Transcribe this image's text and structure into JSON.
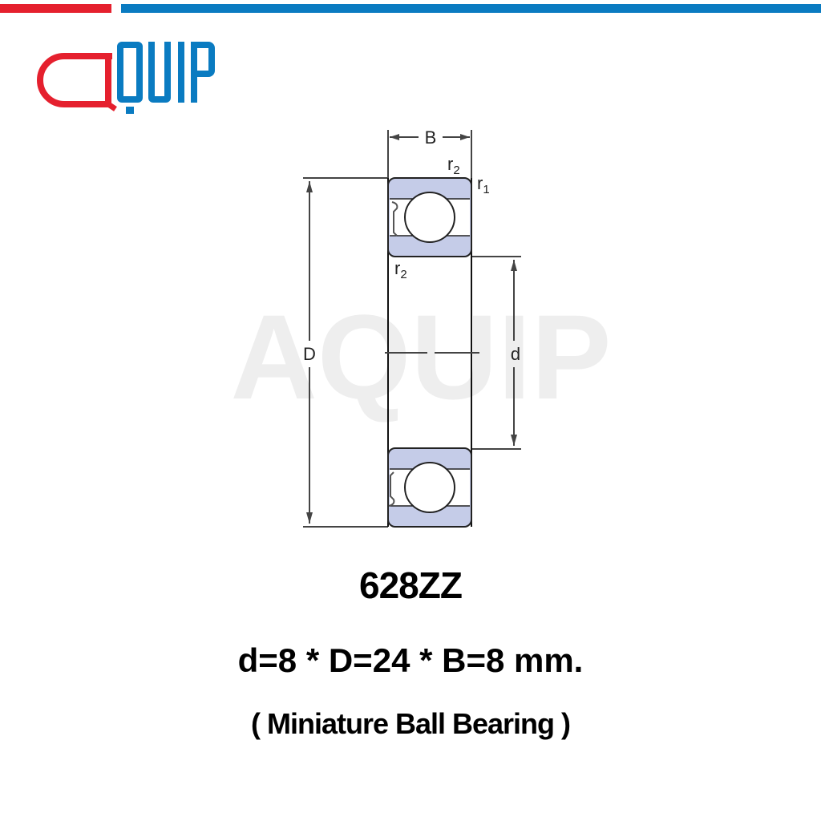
{
  "brand": {
    "name": "AQUIP",
    "logo_text": "QUIP",
    "watermark": "AQUIP",
    "colors": {
      "red": "#e5202e",
      "blue": "#0a7bc1"
    }
  },
  "diagram": {
    "labels": {
      "width": "B",
      "outer_diameter": "D",
      "inner_diameter": "d",
      "radius_r1": "r",
      "radius_r1_sub": "1",
      "radius_r2_top": "r",
      "radius_r2_top_sub": "2",
      "radius_r2_bottom": "r",
      "radius_r2_bottom_sub": "2"
    },
    "colors": {
      "ring_fill": "#c5cce8",
      "line": "#333333"
    }
  },
  "product": {
    "model": "628ZZ",
    "dimensions": "d=8 * D=24 * B=8 mm.",
    "type": "( Miniature Ball Bearing )"
  }
}
